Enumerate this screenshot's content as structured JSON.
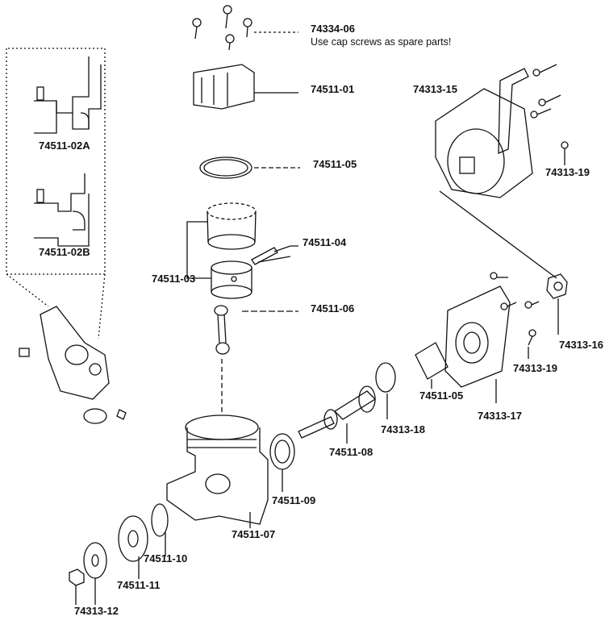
{
  "labels": {
    "p74334_06": "74334-06",
    "note": "Use cap screws as spare parts!",
    "p74511_01": "74511-01",
    "p74511_02A": "74511-02A",
    "p74511_02B": "74511-02B",
    "p74313_15": "74313-15",
    "p74313_19a": "74313-19",
    "p74511_05a": "74511-05",
    "p74511_04": "74511-04",
    "p74511_03": "74511-03",
    "p74511_06": "74511-06",
    "p74313_16": "74313-16",
    "p74313_19b": "74313-19",
    "p74511_05b": "74511-05",
    "p74313_17": "74313-17",
    "p74313_18": "74313-18",
    "p74511_08": "74511-08",
    "p74511_09": "74511-09",
    "p74511_07": "74511-07",
    "p74511_10": "74511-10",
    "p74511_11": "74511-11",
    "p74313_12": "74313-12"
  }
}
